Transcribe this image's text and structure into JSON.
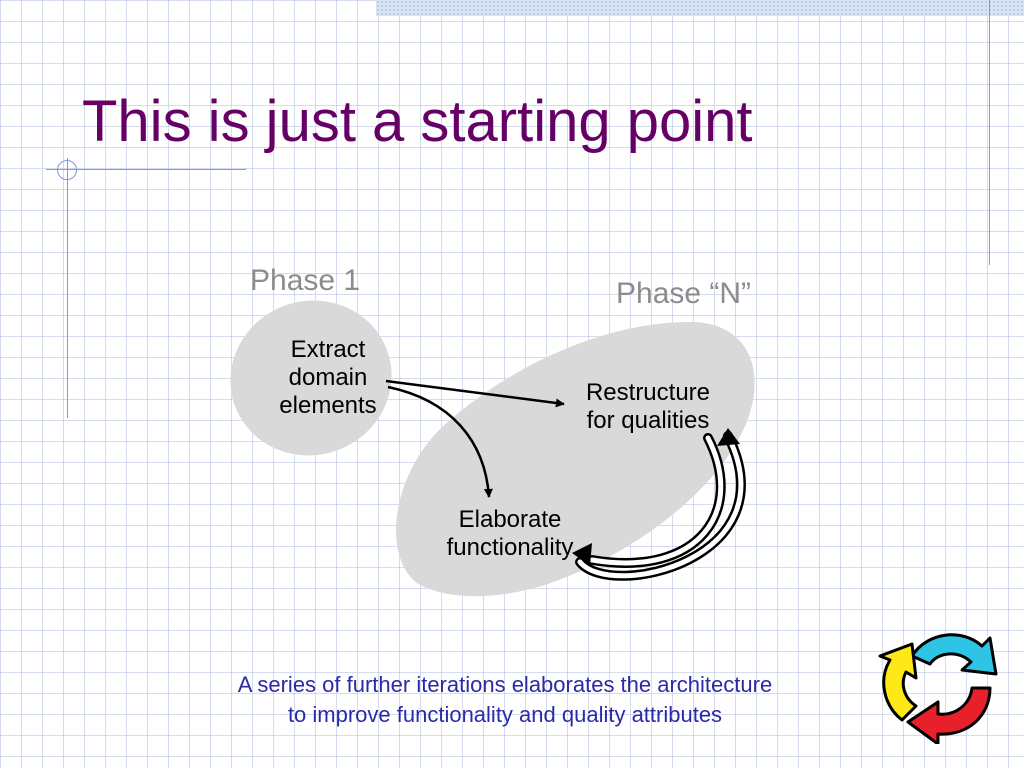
{
  "slide": {
    "title": "This is just a starting point",
    "caption_lines": [
      "A series of further iterations elaborates the architecture",
      "to improve functionality and quality attributes"
    ]
  },
  "diagram": {
    "phases": [
      {
        "id": "phase-1",
        "label": "Phase 1"
      },
      {
        "id": "phase-n",
        "label": "Phase “N”"
      }
    ],
    "nodes": [
      {
        "id": "extract",
        "lines": [
          "Extract",
          "domain",
          "elements"
        ]
      },
      {
        "id": "restructure",
        "lines": [
          "Restructure",
          "for qualities"
        ]
      },
      {
        "id": "elaborate",
        "lines": [
          "Elaborate",
          "functionality"
        ]
      }
    ],
    "edges": [
      {
        "from": "extract",
        "to": "restructure"
      },
      {
        "from": "extract",
        "to": "elaborate"
      },
      {
        "from": "restructure",
        "to": "elaborate"
      },
      {
        "from": "elaborate",
        "to": "restructure"
      }
    ]
  },
  "colors": {
    "title": "#660066",
    "caption": "#2a2aa8",
    "phase_label": "#8c8c8c",
    "blob": "#d9d9d9",
    "grid_line": "#b0c0e0"
  },
  "icons": {
    "cycle": "recycle-arrows-icon"
  }
}
